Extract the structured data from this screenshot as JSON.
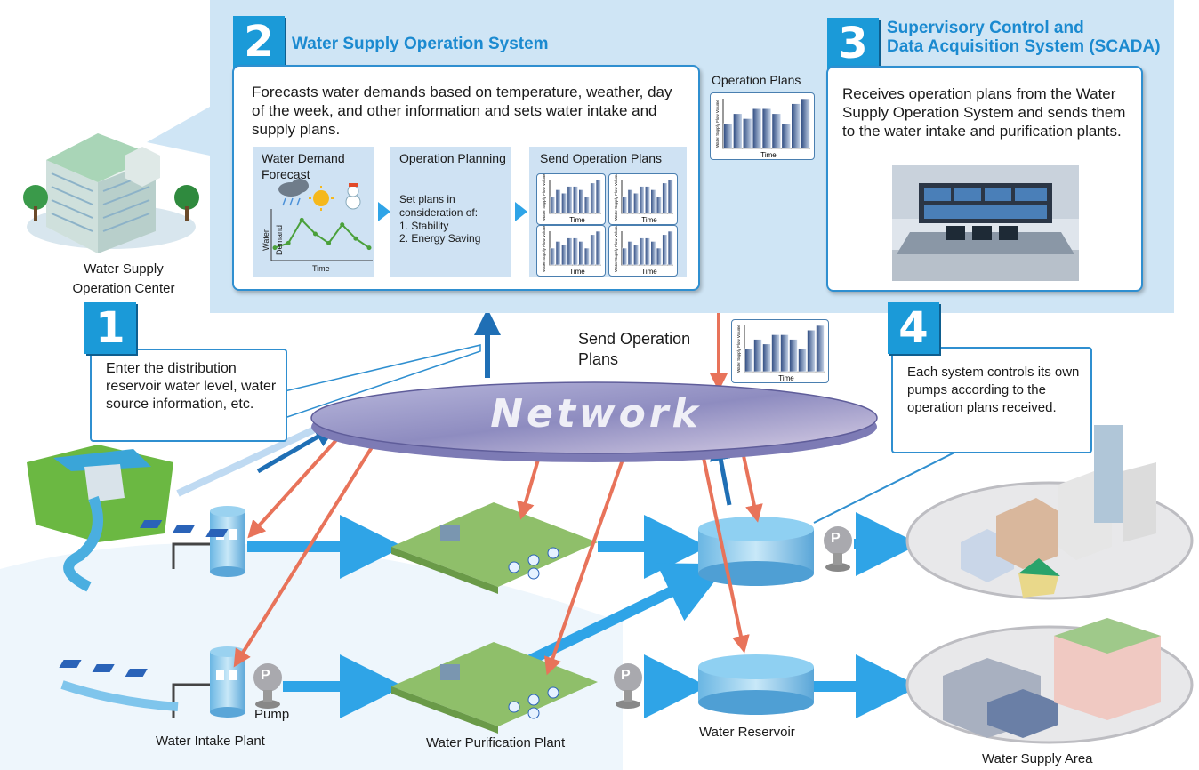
{
  "section2": {
    "number": "2",
    "title": "Water Supply Operation System",
    "description": "Forecasts water demands based on temperature, weather, day of the week, and other information and sets water intake and supply plans.",
    "forecast_title": "Water Demand Forecast",
    "forecast_ylabel": "Water Demand",
    "forecast_xlabel": "Time",
    "planning_title": "Operation Planning",
    "planning_text": "Set plans in consideration of:",
    "planning_item1": "1. Stability",
    "planning_item2": "2. Energy Saving",
    "send_title": "Send Operation Plans",
    "mini_ylabel": "Water Supply Flow Volume",
    "mini_xlabel": "Time"
  },
  "section3": {
    "number": "3",
    "title_line1": "Supervisory Control and",
    "title_line2": "Data Acquisition System (SCADA)",
    "description": "Receives operation plans from the Water Supply Operation System and sends them to the water intake and purification plants."
  },
  "section1": {
    "number": "1",
    "text": "Enter the distribution reservoir water level, water source information, etc."
  },
  "section4": {
    "number": "4",
    "text": "Each system controls its own pumps according to the operation plans received."
  },
  "labels": {
    "operation_center": "Water Supply Operation Center",
    "operation_plans": "Operation Plans",
    "send_operation_plans": "Send Operation Plans",
    "network": "Network",
    "pump": "Pump",
    "p_symbol": "P",
    "water_intake_plant": "Water Intake Plant",
    "water_purification_plant": "Water Purification Plant",
    "water_reservoir": "Water Reservoir",
    "water_supply_area": "Water Supply Area"
  },
  "colors": {
    "accent_blue": "#1b9ad8",
    "panel_blue": "#cfe5f5",
    "flow_blue": "#2fa4e7",
    "signal_red": "#e8735a",
    "network_purple": "#9a98c4"
  },
  "chart_data": [
    {
      "type": "line",
      "title": "Water Demand Forecast",
      "xlabel": "Time",
      "ylabel": "Water Demand",
      "series": [
        {
          "values": [
            2,
            3,
            8,
            5,
            3,
            7,
            4,
            2
          ]
        }
      ]
    },
    {
      "type": "bar",
      "title": "Operation Plans",
      "xlabel": "Time",
      "ylabel": "Water Supply Flow Volume",
      "values": [
        5,
        7,
        6,
        8,
        8,
        7,
        5,
        9,
        10
      ]
    }
  ]
}
